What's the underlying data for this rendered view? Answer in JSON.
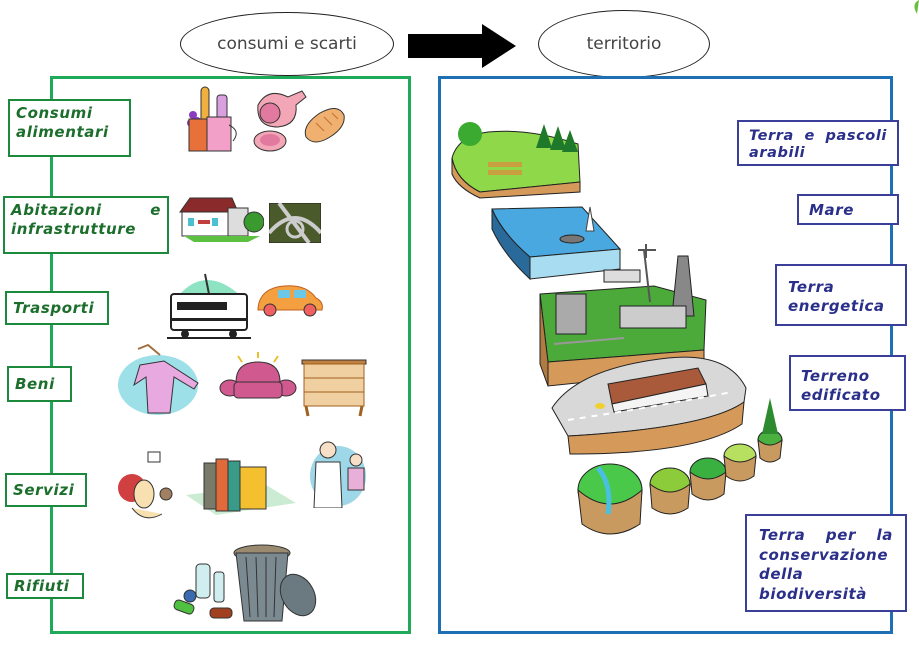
{
  "header": {
    "left_ellipse": "consumi e scarti",
    "right_ellipse": "territorio"
  },
  "left_panel": {
    "categories": [
      {
        "label_line1": "Consumi",
        "label_line2": "alimentari",
        "icons": [
          "groceries-bag-icon",
          "ham-icon",
          "bread-icon"
        ]
      },
      {
        "label_line1": "Abitazioni e",
        "label_line2": "infrastrutture",
        "icons": [
          "house-icon",
          "highway-interchange-icon"
        ]
      },
      {
        "label_line1": "Trasporti",
        "label_line2": "",
        "icons": [
          "tram-icon",
          "car-icon"
        ]
      },
      {
        "label_line1": "Beni",
        "label_line2": "",
        "icons": [
          "sweater-icon",
          "sofa-icon",
          "dresser-icon"
        ]
      },
      {
        "label_line1": "Servizi",
        "label_line2": "",
        "icons": [
          "hairdresser-icon",
          "books-icon",
          "doctor-icon"
        ]
      },
      {
        "label_line1": "Rifiuti",
        "label_line2": "",
        "icons": [
          "recycling-waste-icon",
          "trash-can-icon"
        ]
      }
    ]
  },
  "right_panel": {
    "land_types": [
      {
        "label": "Terra e pascoli arabili",
        "illustration": "cropland-pasture-tile"
      },
      {
        "label": "Mare",
        "illustration": "sea-tile"
      },
      {
        "label": "Terra energetica",
        "illustration": "energy-land-tile"
      },
      {
        "label": "Terreno edificato",
        "illustration": "built-up-land-tile"
      },
      {
        "label": "Terra per la conservazione della biodiversità",
        "illustration": "biodiversity-land-tiles"
      }
    ]
  },
  "colors": {
    "left_accent": "#1faa5a",
    "left_text": "#1c6e2c",
    "right_accent": "#1f6fb5",
    "right_text": "#2a2f8a"
  }
}
